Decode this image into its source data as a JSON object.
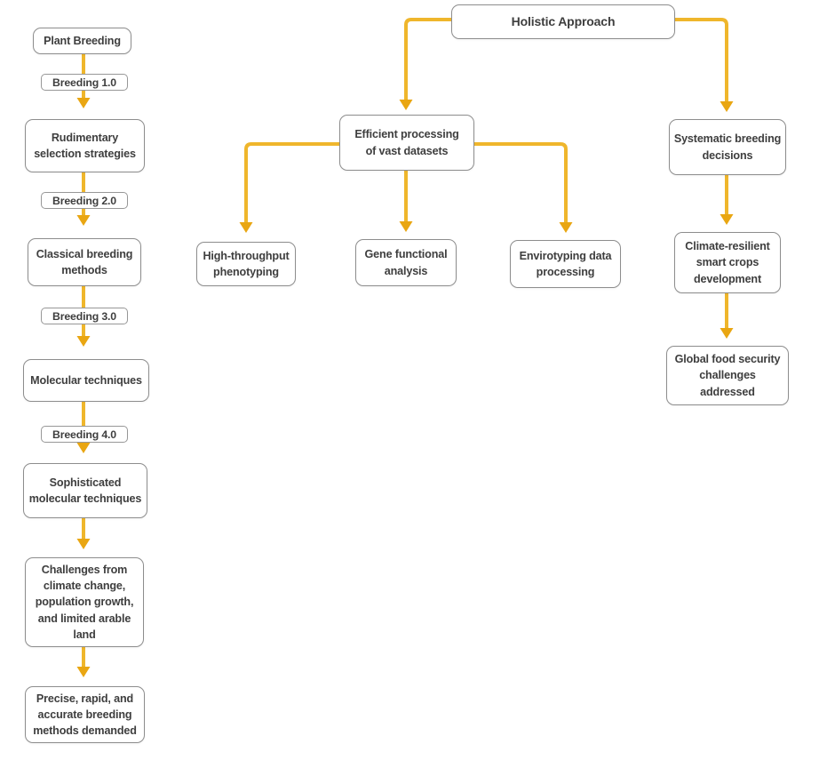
{
  "colors": {
    "arrow_shaft": "#EFB62C",
    "arrow_head": "#E9A612",
    "box_border": "#8d8d8d",
    "text": "#3e3e3e",
    "background": "#ffffff"
  },
  "nodes": {
    "plant_breeding": "Plant Breeding",
    "rudimentary": "Rudimentary\nselection strategies",
    "classical": "Classical breeding\nmethods",
    "molecular": "Molecular techniques",
    "sophisticated": "Sophisticated\nmolecular techniques",
    "challenges": "Challenges from\nclimate change,\npopulation growth,\nand limited arable\nland",
    "precise": "Precise, rapid, and\naccurate breeding\nmethods demanded",
    "holistic": "Holistic Approach",
    "efficient": "Efficient processing\nof vast datasets",
    "high_throughput": "High-throughput\nphenotyping",
    "gene": "Gene functional\nanalysis",
    "envirotyping": "Envirotyping data\nprocessing",
    "systematic": "Systematic breeding\ndecisions",
    "climate": "Climate-resilient\nsmart crops\ndevelopment",
    "global": "Global food security\nchallenges\naddressed"
  },
  "edges": [
    {
      "from": "plant_breeding",
      "to": "rudimentary",
      "label": "Breeding 1.0"
    },
    {
      "from": "rudimentary",
      "to": "classical",
      "label": "Breeding 2.0"
    },
    {
      "from": "classical",
      "to": "molecular",
      "label": "Breeding 3.0"
    },
    {
      "from": "molecular",
      "to": "sophisticated",
      "label": "Breeding 4.0"
    },
    {
      "from": "sophisticated",
      "to": "challenges"
    },
    {
      "from": "challenges",
      "to": "precise"
    },
    {
      "from": "holistic",
      "to": "efficient"
    },
    {
      "from": "holistic",
      "to": "systematic"
    },
    {
      "from": "efficient",
      "to": "high_throughput"
    },
    {
      "from": "efficient",
      "to": "gene"
    },
    {
      "from": "efficient",
      "to": "envirotyping"
    },
    {
      "from": "systematic",
      "to": "climate"
    },
    {
      "from": "climate",
      "to": "global"
    }
  ]
}
